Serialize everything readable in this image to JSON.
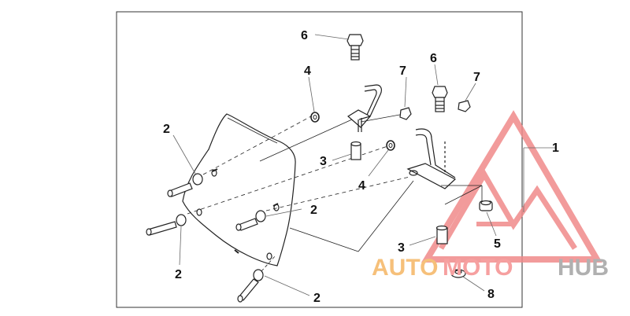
{
  "diagram": {
    "callouts": {
      "c1": "1",
      "c2a": "2",
      "c2b": "2",
      "c2c": "2",
      "c2d": "2",
      "c3a": "3",
      "c3b": "3",
      "c4a": "4",
      "c4b": "4",
      "c5": "5",
      "c6a": "6",
      "c6b": "6",
      "c7a": "7",
      "c7b": "7",
      "c8": "8"
    }
  },
  "watermark": {
    "part1": "AUTO",
    "part2": "MOTO",
    "part3": "HUB",
    "colors": {
      "auto": "#f6c07a",
      "moto": "#f6a0a0",
      "hub": "#b8b8b8",
      "logo": "#ef6e6e"
    }
  }
}
